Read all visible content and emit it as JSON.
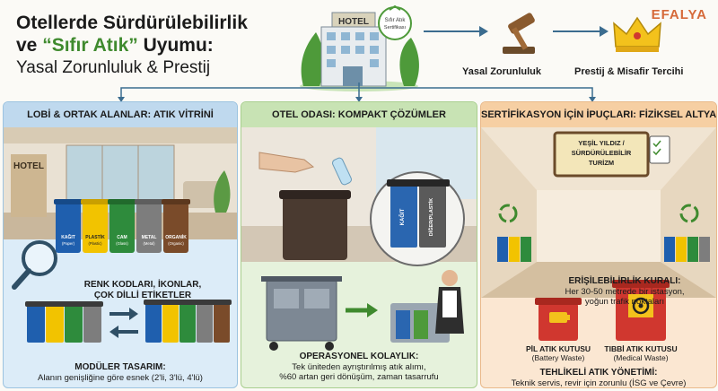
{
  "header": {
    "title_line1": "Otellerde Sürdürülebilirlik",
    "title_line2_pre": "ve ",
    "title_line2_highlight": "“Sıfır Atık”",
    "title_line2_post": " Uyumu:",
    "title_line3": "Yasal Zorunluluk & Prestij",
    "brand": "EFALYA",
    "hotel_sign": "HOTEL",
    "badge_line1": "Sıfır Atık",
    "badge_line2": "Sertifikası",
    "flow_legal": "Yasal Zorunluluk",
    "flow_prestige": "Prestij & Misafir Tercihi"
  },
  "panels": [
    {
      "title": "LOBİ & ORTAK ALANLAR: ATIK VİTRİNİ",
      "hotel_sign": "HOTEL",
      "bins": [
        {
          "label": "KAĞIT",
          "sub": "(Paper)",
          "color": "#1f5fae"
        },
        {
          "label": "PLASTİK",
          "sub": "(Plastic)",
          "color": "#f2c300"
        },
        {
          "label": "CAM",
          "sub": "(Glass)",
          "color": "#2e8b3c"
        },
        {
          "label": "METAL",
          "sub": "(Metal)",
          "color": "#7d7d7d"
        },
        {
          "label": "ORGANİK",
          "sub": "(Organic)",
          "color": "#7a4b2a"
        }
      ],
      "caption1_line1": "RENK KODLARI, İKONLAR,",
      "caption1_line2": "ÇOK DİLLİ ETİKETLER",
      "caption2_title": "MODÜLER TASARIM:",
      "caption2_body": "Alanın genişliğine göre esnek (2'li, 3'lü, 4'lü)"
    },
    {
      "title": "OTEL ODASI: KOMPAKT ÇÖZÜMLER",
      "bin_label_left": "KAĞIT",
      "bin_label_right": "DİĞER/PLASTİK",
      "caption_title": "OPERASYONEL KOLAYLIK:",
      "caption_line1": "Tek üniteden ayrıştırılmış atık alımı,",
      "caption_line2": "%60 artan geri dönüşüm, zaman tasarrufu"
    },
    {
      "title": "SERTİFİKASYON İÇİN İPUÇLARI: FİZİKSEL ALTYAPI",
      "sign_line1": "YEŞİL YILDIZ /",
      "sign_line2": "SÜRDÜRÜLEBİLİR",
      "sign_line3": "TURİZM",
      "access_title": "ERİŞİLEBİLİRLİK KURALI:",
      "access_line1": "Her 30-50 metrede bir istasyon,",
      "access_line2": "yoğun trafik noktaları",
      "battery_title": "PİL ATIK KUTUSU",
      "battery_sub": "(Battery Waste)",
      "medical_title": "TIBBİ ATIK KUTUSU",
      "medical_sub": "(Medical Waste)",
      "hazard_title": "TEHLİKELİ ATIK YÖNETİMİ:",
      "hazard_body": "Teknik servis, revir için zorunlu (İSG ve Çevre)"
    }
  ],
  "colors": {
    "panel1_head": "#bfd9ee",
    "panel1_body": "#dcecf8",
    "panel2_head": "#c8e3b4",
    "panel2_body": "#e6f2dc",
    "panel3_head": "#f6cfa3",
    "panel3_body": "#fbe7d2",
    "green_accent": "#3f8a2e",
    "brand": "#d66a3a"
  },
  "icons": [
    "hotel-building-icon",
    "certificate-badge-icon",
    "gavel-icon",
    "crown-icon",
    "magnifier-icon",
    "bottle-icon",
    "cleaning-cart-icon",
    "housekeeper-icon",
    "checklist-icon",
    "recycle-icon",
    "biohazard-icon",
    "battery-icon"
  ]
}
